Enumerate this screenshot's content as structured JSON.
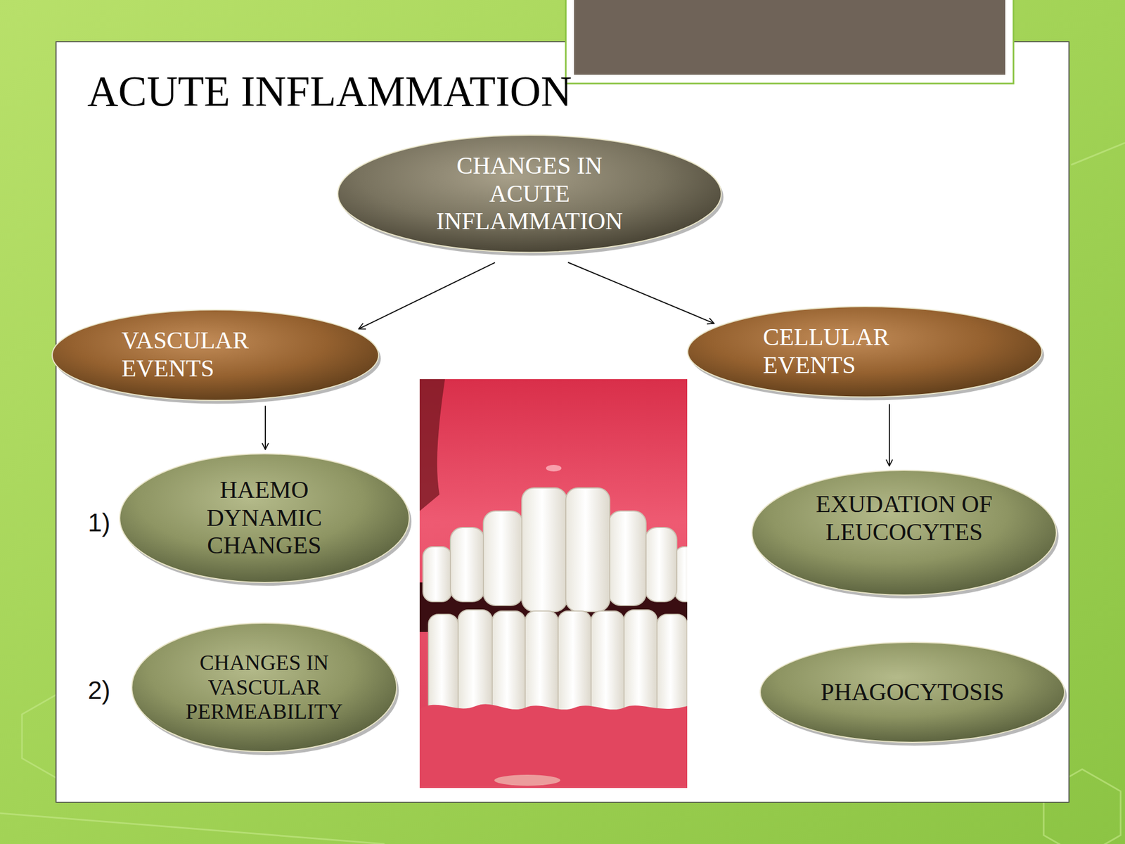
{
  "diagram": {
    "title": "ACUTE INFLAMMATION",
    "nodes": [
      {
        "text": [
          "CHANGES IN ACUTE INFLAMMATION"
        ]
      },
      {
        "text": [
          "VASCULAR EVENTS"
        ]
      },
      {
        "text": [
          "CELLULAR EVENTS"
        ]
      },
      {
        "text": [
          "HAEMO DYNAMIC CHANGES"
        ]
      },
      {
        "text": [
          "CHANGES IN VASCULAR PERMEABILITY"
        ]
      },
      {
        "text": [
          "EXUDATION OF LEUCOCYTES"
        ]
      },
      {
        "text": [
          "PHAGOCYTOSIS"
        ]
      }
    ],
    "edges": [
      {
        "from": 0,
        "to": 1,
        "arrow": "to"
      },
      {
        "from": 0,
        "to": 2,
        "arrow": "to"
      },
      {
        "from": 1,
        "to": 3,
        "arrow": "to"
      },
      {
        "from": 2,
        "to": 5,
        "arrow": "to"
      }
    ],
    "labels": [
      "1)",
      "2)"
    ]
  }
}
